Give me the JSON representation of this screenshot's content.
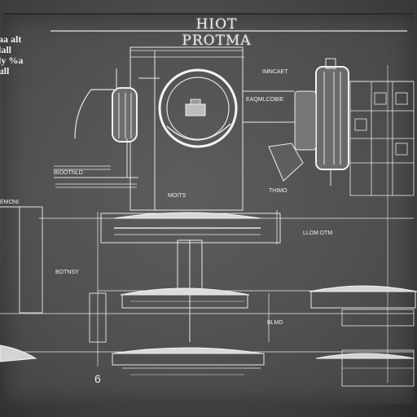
{
  "title": "HIOT PROTMA",
  "legend": [
    "aa alt",
    "lall",
    "ly %a",
    "ull"
  ],
  "annotations": {
    "left_notes": "BIOOTNLD",
    "left_label": "EMONI",
    "mid_label": "MOITS",
    "right_label": "THIMO",
    "callout_top": "IMNCAET",
    "callout_right": "EAQMLCOBIE",
    "mid_caption": "BOTNSY",
    "right_caption": "LLOM DTM",
    "lower_right_note": "BLMD",
    "bottom_digit": "6"
  },
  "colors": {
    "board": "#505050",
    "line": "#e8e8e8",
    "accent": "#f4f4f4"
  }
}
